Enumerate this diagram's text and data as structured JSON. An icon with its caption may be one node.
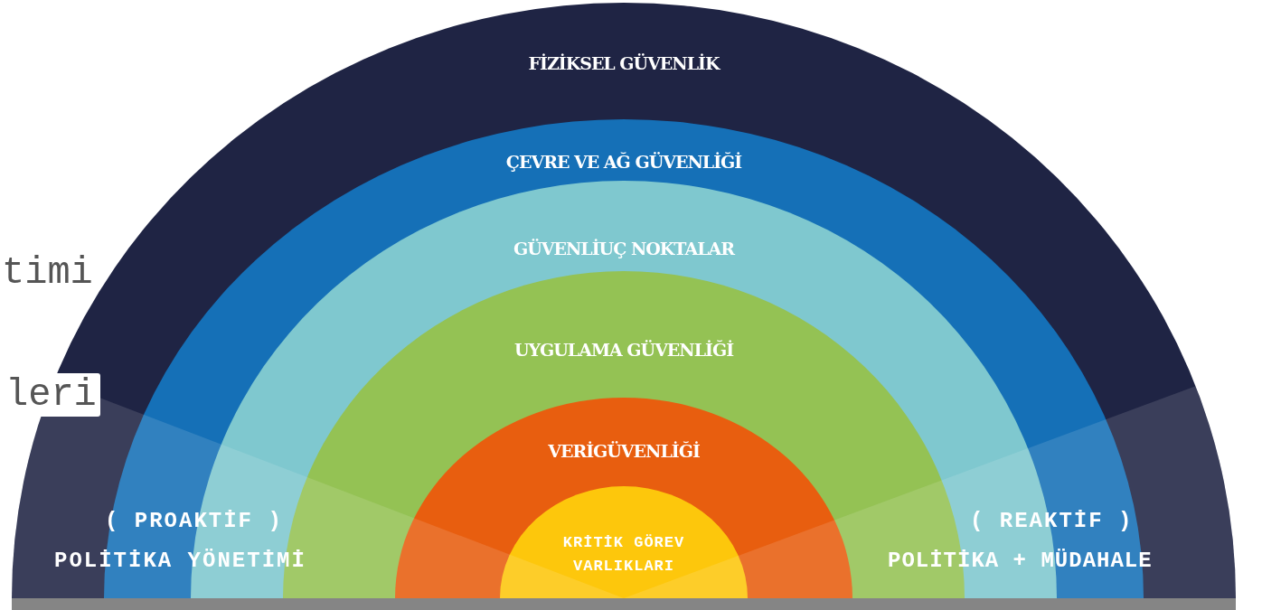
{
  "diagram": {
    "nodes": [
      {
        "text": [
          "FİZİKSEL GÜVENLİK"
        ]
      },
      {
        "text": [
          "ÇEVRE VE AĞ GÜVENLİĞİ"
        ],
        "in": 0
      },
      {
        "text": [
          "GÜVENLİUÇ NOKTALAR"
        ],
        "in": 1
      },
      {
        "text": [
          "UYGULAMA GÜVENLİĞİ"
        ],
        "in": 2
      },
      {
        "text": [
          "VERİGÜVENLİĞİ"
        ],
        "in": 3
      },
      {
        "text": [
          "KRİTİK GÖREV VARLIKLARI"
        ],
        "in": 4
      }
    ],
    "edges": [],
    "labels": [
      "timi",
      "leri",
      "( PROAKTİF )",
      "POLİTİKA YÖNETİMİ",
      "( REAKTİF )",
      "POLİTİKA + MÜDAHALE"
    ]
  }
}
